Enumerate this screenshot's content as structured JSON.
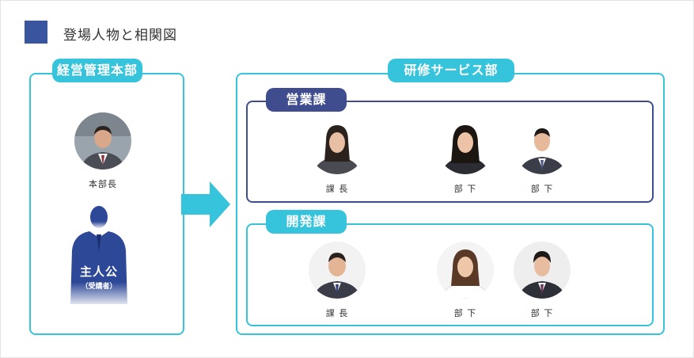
{
  "page": {
    "title": "登場人物と相関図"
  },
  "left_group": {
    "label": "経営管理本部",
    "head": {
      "role": "本部長"
    },
    "hero": {
      "name": "主人公",
      "note": "（受講者）"
    }
  },
  "right_group": {
    "label": "研修サービス部",
    "sales": {
      "label": "営業課",
      "members": [
        {
          "role": "課 長"
        },
        {
          "role": "部 下"
        },
        {
          "role": "部 下"
        }
      ]
    },
    "dev": {
      "label": "開発課",
      "members": [
        {
          "role": "課 長"
        },
        {
          "role": "部 下"
        },
        {
          "role": "部 下"
        }
      ]
    }
  },
  "colors": {
    "accent": "#36c3dc",
    "navy": "#3a55a0",
    "sales_border": "#3f4d8f"
  },
  "icons": {
    "arrow": "arrow-right-icon",
    "silhouette": "person-silhouette-icon"
  }
}
